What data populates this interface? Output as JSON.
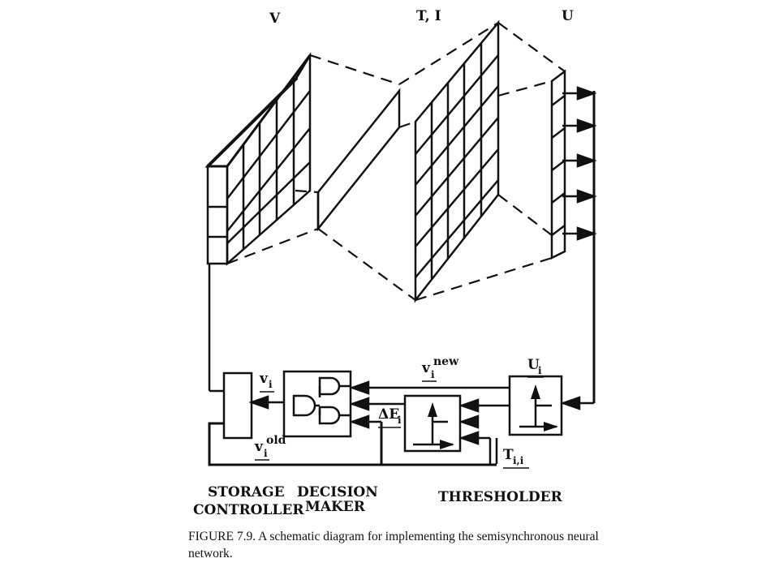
{
  "labels": {
    "v": "V",
    "ti": "T, I",
    "u": "U",
    "vi_base": "v",
    "vi_sub": "i",
    "vinew_sup": "new",
    "viold_sup": "old",
    "ui_base": "U",
    "ui_sub": "i",
    "delta_base": "ΔE",
    "delta_sub": "i",
    "tii_base": "T",
    "tii_sub": "i,i"
  },
  "blocks": {
    "storage_1": "STORAGE",
    "storage_2": "CONTROLLER",
    "decision_1": "DECISION",
    "decision_2": "MAKER",
    "thresholder": "THRESHOLDER"
  },
  "caption": {
    "figure": "FIGURE 7.9.",
    "text_line1": "A schematic diagram for implementing the semisynchronous neural",
    "text_line2": "network."
  }
}
